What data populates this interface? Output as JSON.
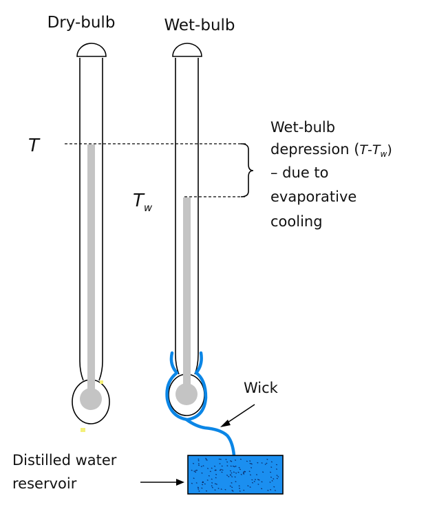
{
  "labels": {
    "dry_bulb": "Dry-bulb",
    "wet_bulb": "Wet-bulb",
    "temp_dry": "T",
    "temp_wet": "T",
    "temp_wet_sub": "w",
    "depression_line1": "Wet-bulb",
    "depression_line2_text": "depression (",
    "depression_T": "T",
    "depression_minus": "-",
    "depression_Tw": "T",
    "depression_w": "w",
    "depression_close": ")",
    "depression_line3": "– due to",
    "depression_line4": "evaporative",
    "depression_line5": "cooling",
    "wick": "Wick",
    "reservoir_line1": "Distilled water",
    "reservoir_line2": "reservoir"
  },
  "colors": {
    "outline": "#000000",
    "mercury": "#c4c4c4",
    "wick": "#0b86e6",
    "water": "#1b8ff0",
    "water_dots": "#0a2a66",
    "accent_yellow": "#f4f07a"
  }
}
